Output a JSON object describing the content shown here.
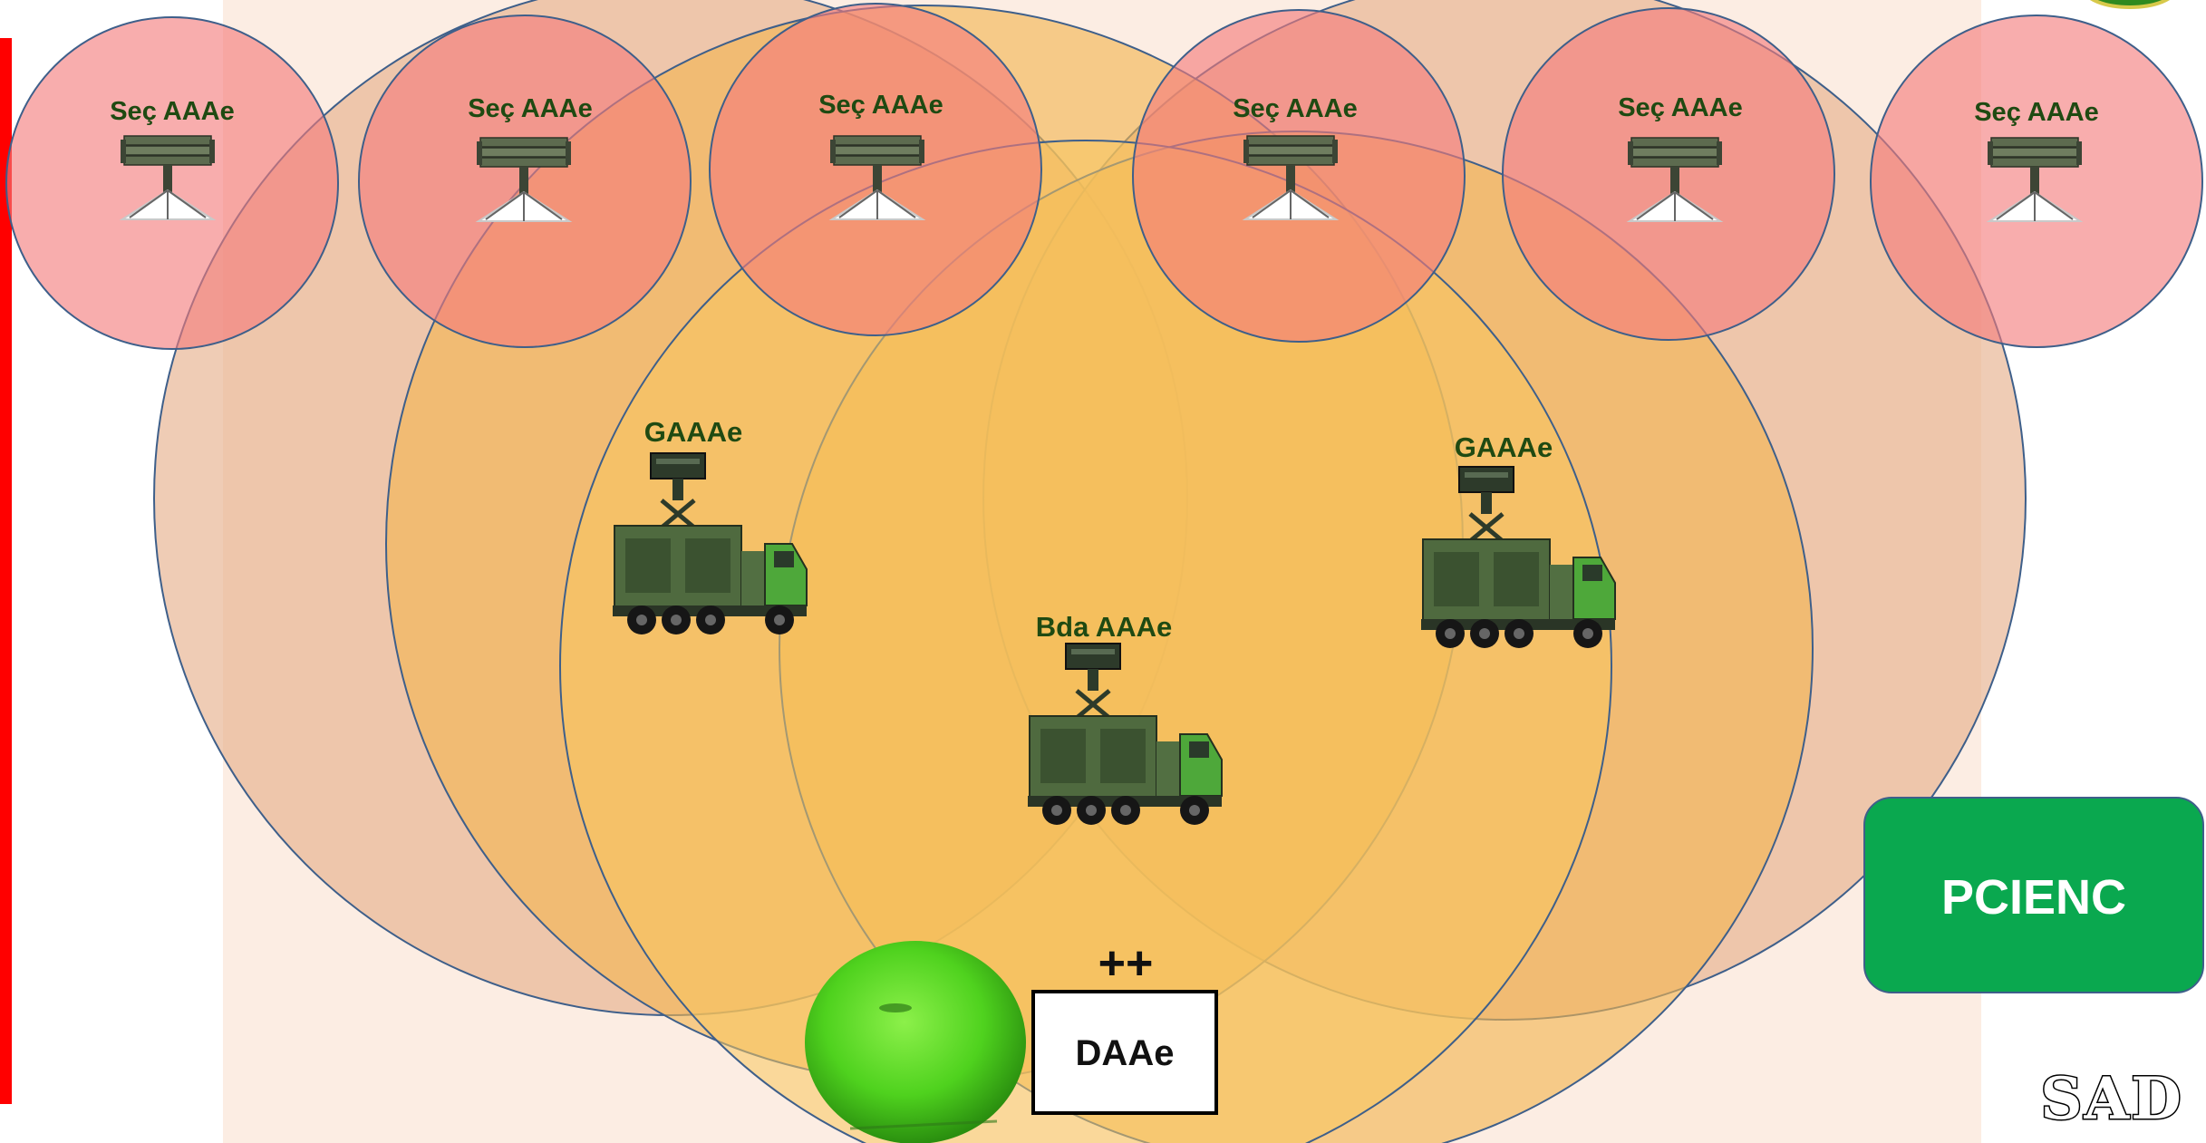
{
  "colors": {
    "accent_bar": "#ff0000",
    "sector_fill": "#f47b7b",
    "group_fill": "#f2b450",
    "brigade_fill": "#e7a14f",
    "large_zone_fill": "#e6b08e",
    "pcienc_fill": "#0aa84f",
    "label_green": "#1f4a12"
  },
  "sections": [
    {
      "label": "Seç AAAe",
      "icon": "launcher-icon"
    },
    {
      "label": "Seç AAAe",
      "icon": "launcher-icon"
    },
    {
      "label": "Seç AAAe",
      "icon": "launcher-icon"
    },
    {
      "label": "Seç AAAe",
      "icon": "launcher-icon"
    },
    {
      "label": "Seç AAAe",
      "icon": "launcher-icon"
    },
    {
      "label": "Seç AAAe",
      "icon": "launcher-icon"
    }
  ],
  "groups": [
    {
      "label": "GAAAe",
      "icon": "radar-truck-icon"
    },
    {
      "label": "GAAAe",
      "icon": "radar-truck-icon"
    }
  ],
  "brigade": {
    "label": "Bda AAAe",
    "icon": "radar-truck-icon"
  },
  "division": {
    "label": "DAAe",
    "symbol": "++",
    "icon": "green-radar-globe-icon"
  },
  "pcienc": {
    "label": "PCIENC"
  },
  "footer": {
    "logo_text": "SAD"
  }
}
